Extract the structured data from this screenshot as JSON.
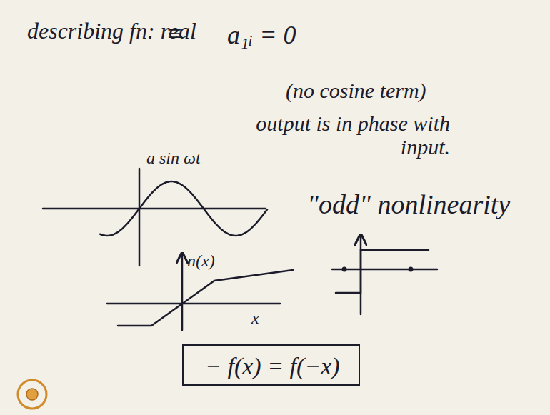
{
  "diagram": {
    "nodes": [
      {
        "text": [
          "− f(x) = f(−x)"
        ]
      }
    ],
    "labels": [
      "describing fn: real",
      "≡",
      "a₁ᵢ = 0",
      "(no cosine term)",
      "output is in phase with input.",
      "a sin ωt",
      "\"odd\" nonlinearity",
      "n(x)",
      "x"
    ]
  }
}
